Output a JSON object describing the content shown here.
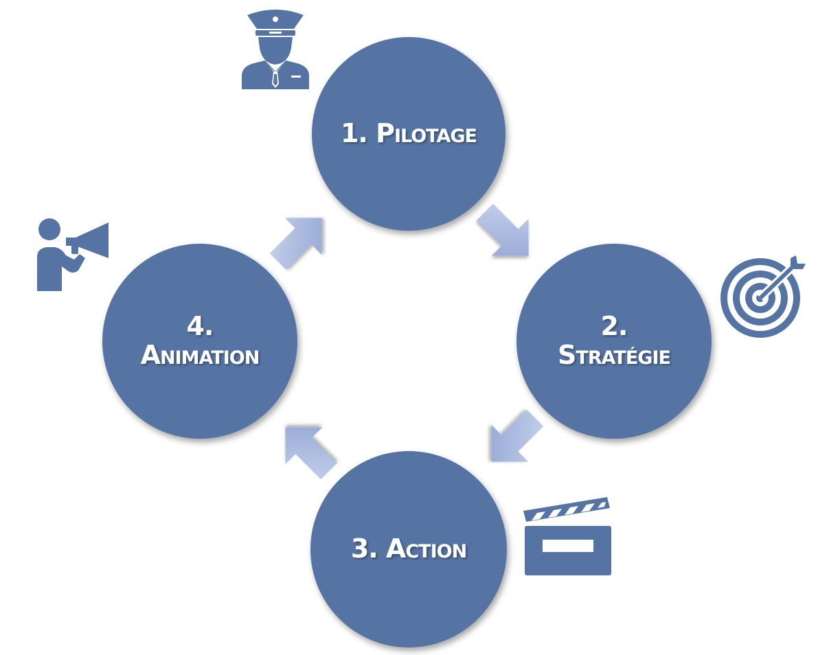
{
  "colors": {
    "node_fill": "#5574a3",
    "icon_fill": "#5574a3",
    "arrow_light": "#c7d2ea",
    "arrow_dark": "#8fa3d3"
  },
  "cycle": {
    "nodes": [
      {
        "line1": "1. Pilotage",
        "line2": "",
        "icon": "pilot-icon"
      },
      {
        "line1": "2.",
        "line2": "Stratégie",
        "icon": "target-icon"
      },
      {
        "line1": "3. Action",
        "line2": "",
        "icon": "clapperboard-icon"
      },
      {
        "line1": "4.",
        "line2": "Animation",
        "icon": "megaphone-person-icon"
      }
    ],
    "arrows": [
      "arrow-pilotage-to-strategie",
      "arrow-strategie-to-action",
      "arrow-action-to-animation",
      "arrow-animation-to-pilotage"
    ]
  }
}
